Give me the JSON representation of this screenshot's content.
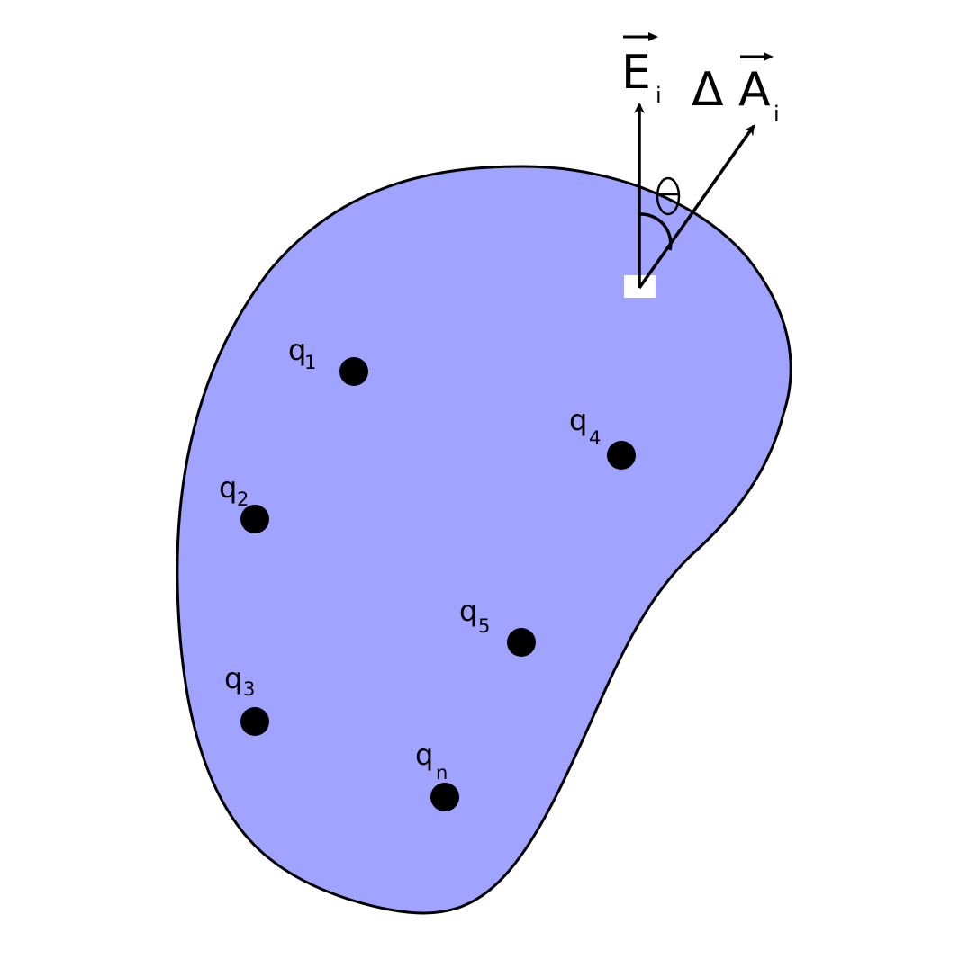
{
  "colors": {
    "surface_fill": "#a0a3ff",
    "outline": "#000000",
    "area_element": "#ffffff",
    "charge": "#000000"
  },
  "vectors": {
    "field": {
      "symbol": "E",
      "subscript": "i",
      "icon": "arrow-up-icon"
    },
    "area": {
      "prefix": "Δ",
      "symbol": "A",
      "subscript": "i",
      "icon": "arrow-diagonal-icon"
    },
    "angle": {
      "symbol": "θ"
    }
  },
  "charges": [
    {
      "name": "q",
      "subscript": "1"
    },
    {
      "name": "q",
      "subscript": "2"
    },
    {
      "name": "q",
      "subscript": "3"
    },
    {
      "name": "q",
      "subscript": "4"
    },
    {
      "name": "q",
      "subscript": "5"
    },
    {
      "name": "q",
      "subscript": "n"
    }
  ]
}
